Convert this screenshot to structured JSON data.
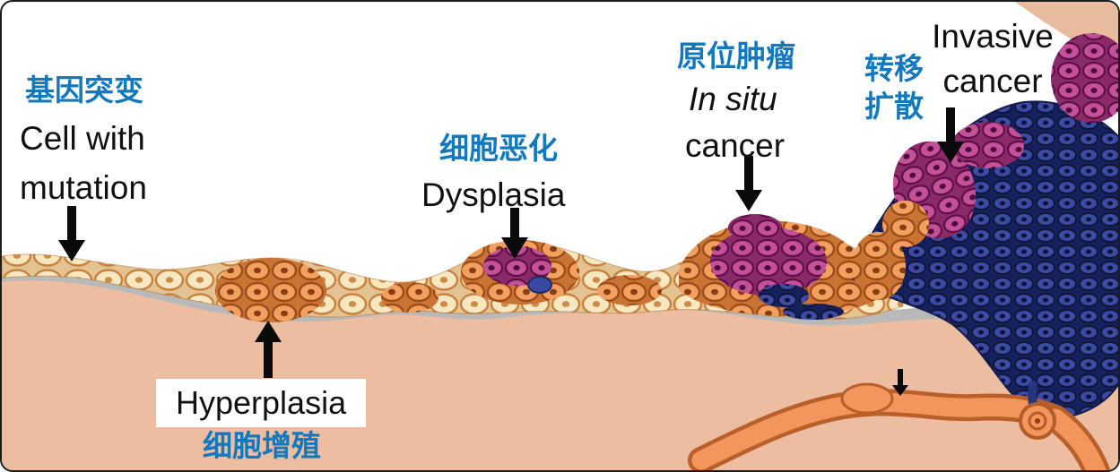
{
  "diagram_title": "Cancer progression stages (bilingual diagram)",
  "colors": {
    "accent_blue": "#1279bf",
    "label_black": "#111111",
    "stroma_peach": "#ecbda1",
    "membrane_gray": "#b9b9b9",
    "cell_cream": "#f8e8c2",
    "cell_orange": "#f2a05f",
    "cell_magenta": "#c4509a",
    "cell_blue": "#3c4aa4",
    "vessel_orange": "#f2965e",
    "arrow_black": "#0a0a0a"
  },
  "labels": {
    "mutation": {
      "cn": "基因突变",
      "en": "Cell with\nmutation"
    },
    "hyperplasia": {
      "en": "Hyperplasia",
      "cn": "细胞增殖"
    },
    "dysplasia": {
      "cn": "细胞恶化",
      "en": "Dysplasia"
    },
    "in_situ": {
      "cn": "原位肿瘤",
      "en_italic": "In situ",
      "en": "cancer"
    },
    "metastasis": {
      "cn": "转移\n扩散"
    },
    "invasive": {
      "en": "Invasive\ncancer"
    }
  }
}
